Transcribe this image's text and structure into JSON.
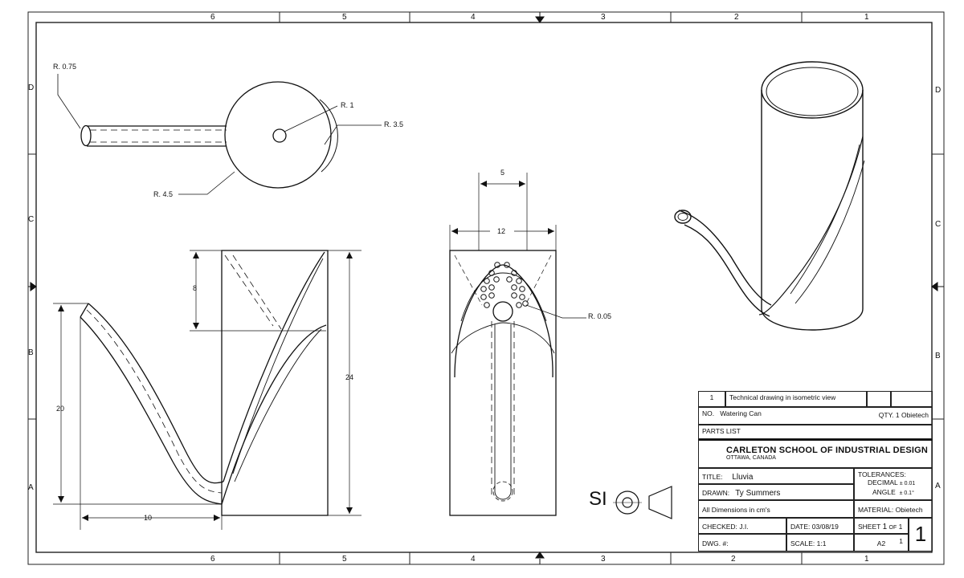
{
  "border": {
    "columns": [
      "6",
      "5",
      "4",
      "3",
      "2",
      "1"
    ],
    "rows_left": [
      "D",
      "C",
      "B",
      "A"
    ],
    "rows_right": [
      "D",
      "C",
      "B",
      "A"
    ]
  },
  "top_view": {
    "r075": "R. 0.75",
    "r1": "R. 1",
    "r35": "R. 3.5",
    "r45": "R. 4.5"
  },
  "side_view": {
    "dim_20": "20",
    "dim_10": "10",
    "dim_8": "8",
    "dim_24": "24"
  },
  "front_view": {
    "dim_5": "5",
    "dim_12": "12",
    "r005": "R. 0.05"
  },
  "projection": {
    "symbol_text": "SI"
  },
  "title_block": {
    "parts_row": {
      "num": "1",
      "desc": "Technical drawing in isometric view"
    },
    "no_label": "NO.",
    "no_value": "Watering Can",
    "qty": "QTY. 1",
    "qty_material": "Obietech",
    "parts_list": "PARTS LIST",
    "school": "CARLETON SCHOOL OF INDUSTRIAL DESIGN",
    "city": "OTTAWA, CANADA",
    "title_label": "TITLE:",
    "title_value": "Lluvia",
    "tolerances": "TOLERANCES:",
    "decimal_label": "DECIMAL",
    "decimal_value": "± 0.01",
    "angle_label": "ANGLE",
    "angle_value": "± 0.1°",
    "drawn_label": "DRAWN:",
    "drawn_value": "Ty Summers",
    "dimensions_note": "All Dimensions in cm's",
    "material": "MATERIAL: Obietech",
    "checked_label": "CHECKED:",
    "checked_value": "J.I.",
    "date_label": "DATE:",
    "date_value": "03/08/19",
    "sheet_label": "SHEET",
    "sheet_value": "1",
    "of_label": "OF",
    "of_value": "1",
    "dwg_label": "DWG. #:",
    "scale_label": "SCALE:",
    "scale_value": "1:1",
    "size": "A2",
    "rev": "1",
    "big_number": "1"
  }
}
